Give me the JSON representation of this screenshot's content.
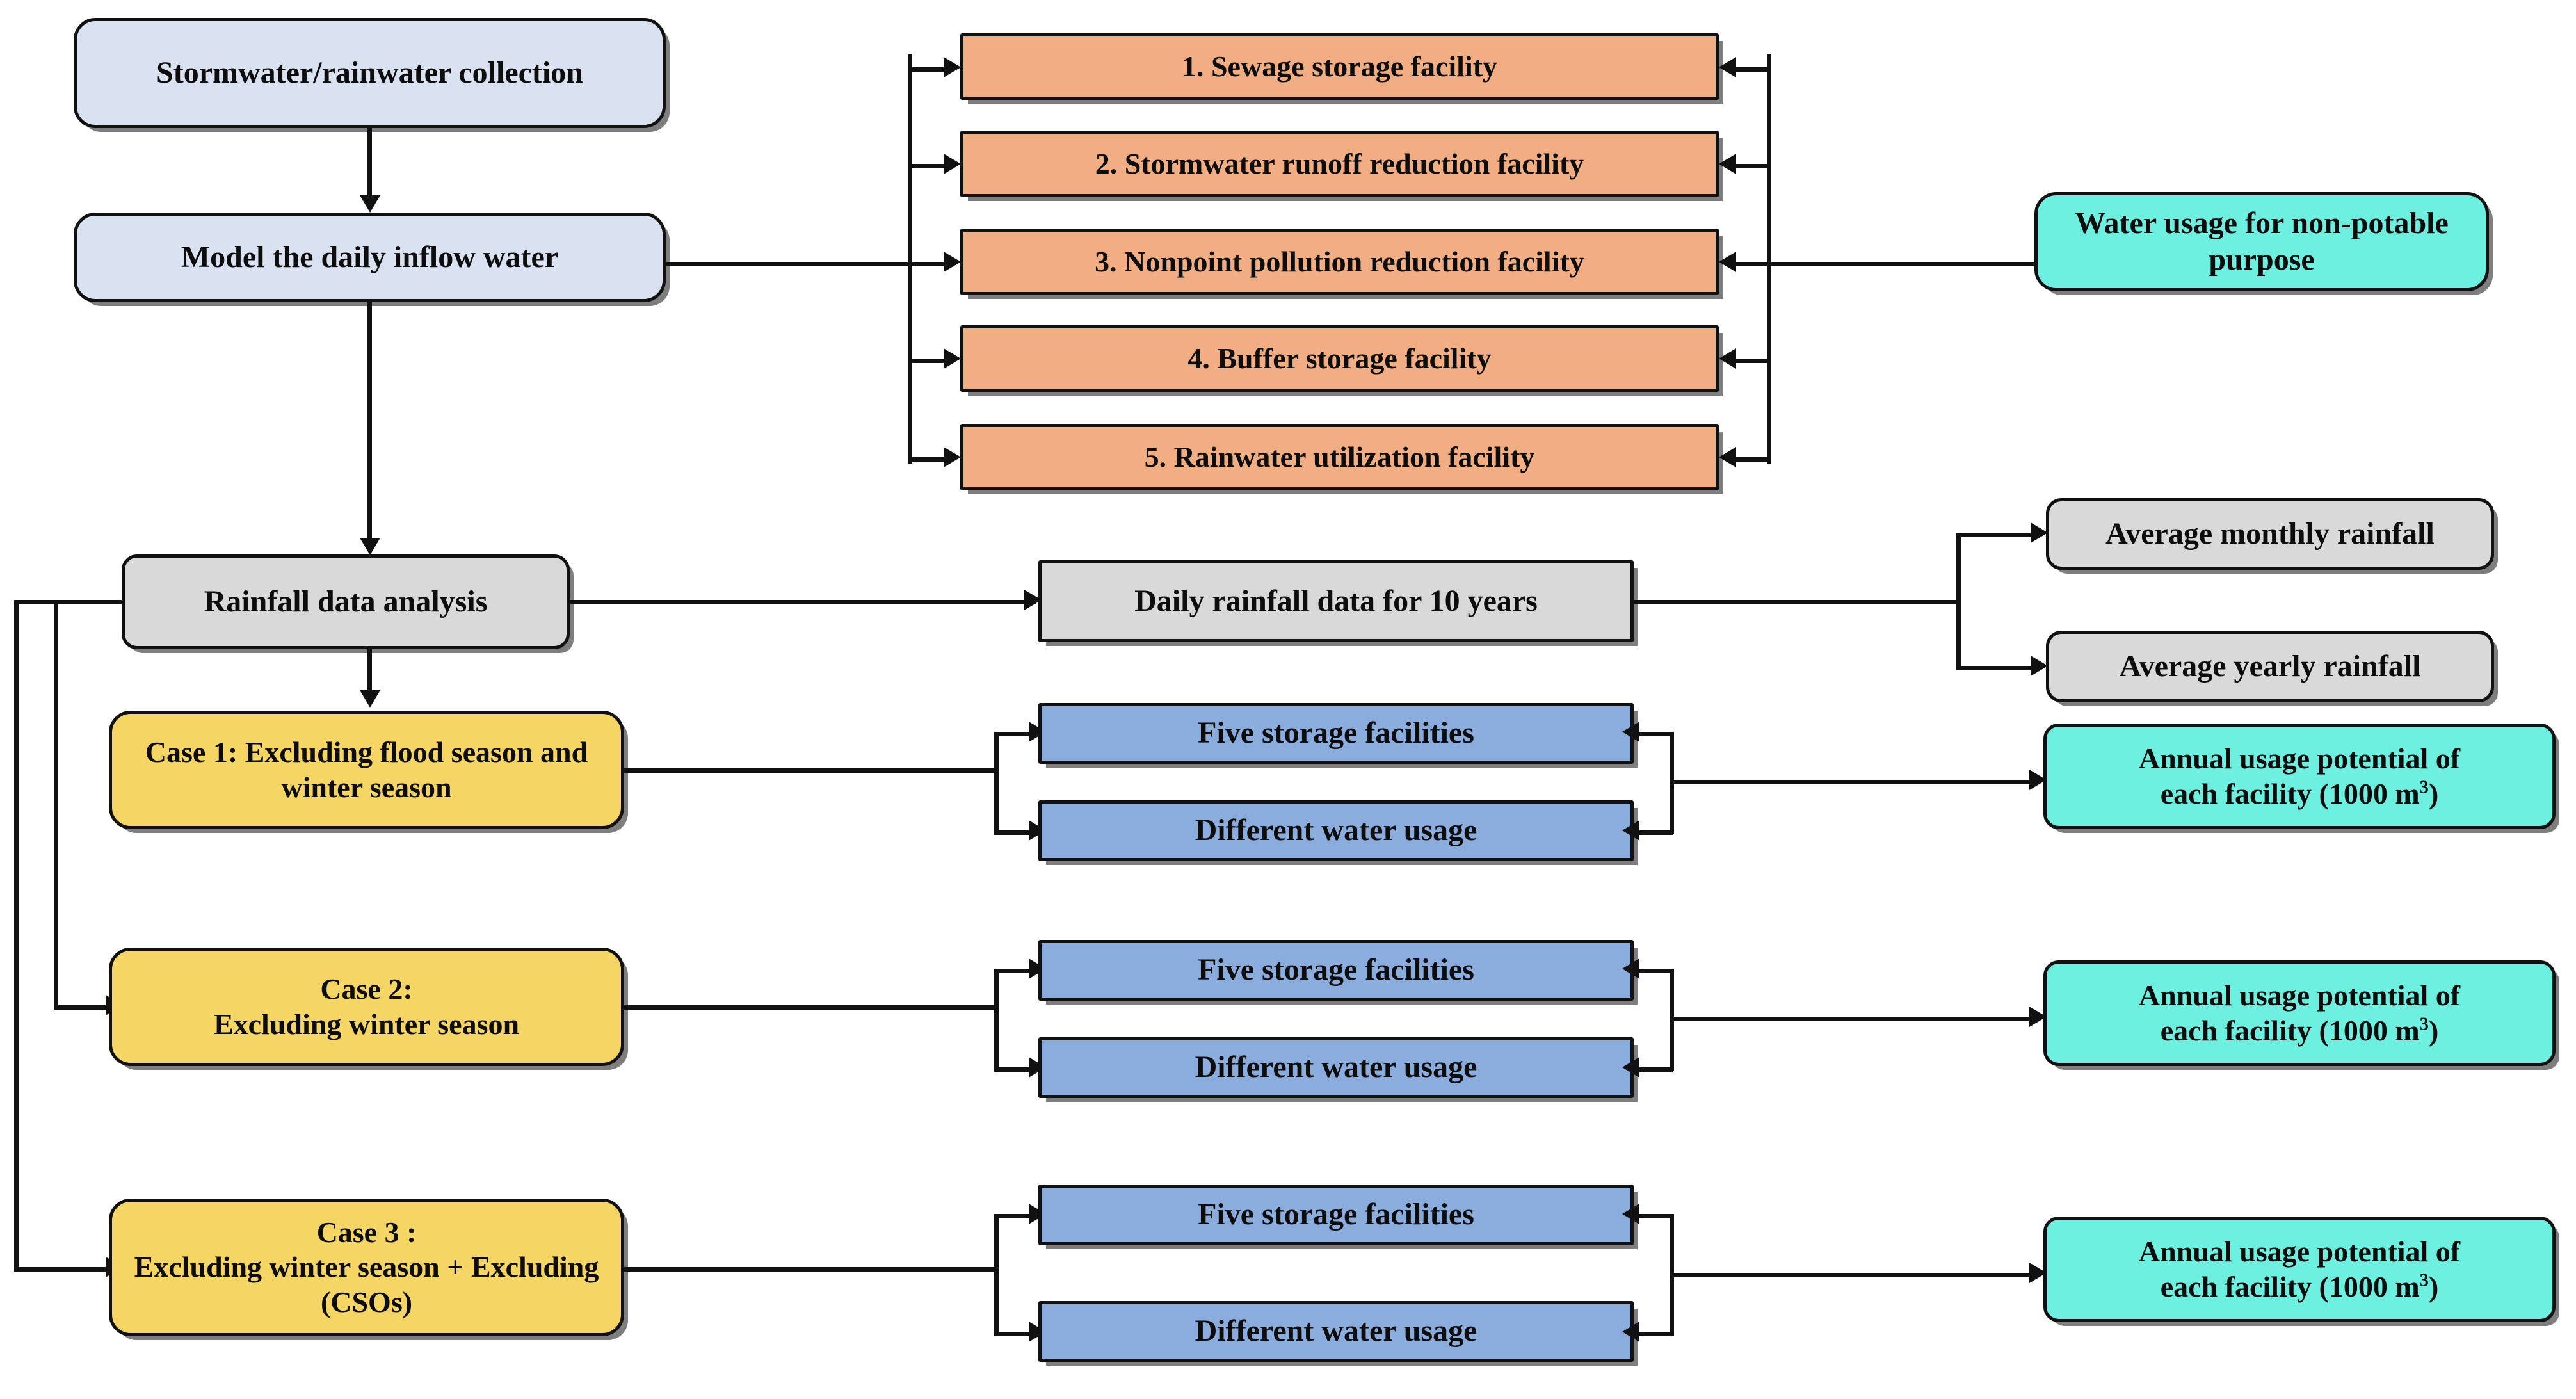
{
  "diagram": {
    "title": "Stormwater reuse methodology flowchart",
    "colors": {
      "process_blue": "#dae1f0",
      "facility_orange": "#f0ae82",
      "usage_teal": "#6ef0e0",
      "data_gray": "#d9d9d9",
      "case_yellow": "#f5d564",
      "sub_periwinkle": "#8badde",
      "line": "#111111"
    },
    "nodes": {
      "collection": "Stormwater/rainwater collection",
      "model_inflow": "Model the daily inflow water",
      "facilities": [
        "1. Sewage storage facility",
        "2. Stormwater runoff reduction facility",
        "3. Nonpoint pollution reduction facility",
        "4. Buffer storage facility",
        "5. Rainwater utilization facility"
      ],
      "water_usage": "Water usage for non-potable purpose",
      "rainfall_analysis": "Rainfall data analysis",
      "daily_rainfall": "Daily rainfall data for 10 years",
      "avg_monthly": "Average monthly rainfall",
      "avg_yearly": "Average yearly rainfall",
      "cases": [
        "Case 1: Excluding flood season and winter season",
        "Case 2:\nExcluding winter season",
        "Case 3 :\nExcluding winter season + Excluding (CSOs)"
      ],
      "sub_five_storage": "Five storage facilities",
      "sub_diff_usage": "Different water usage",
      "annual_potential_line1": "Annual usage potential of",
      "annual_potential_line2_pre": "each facility (1000 m",
      "annual_potential_sup": "3",
      "annual_potential_line2_post": ")"
    }
  }
}
